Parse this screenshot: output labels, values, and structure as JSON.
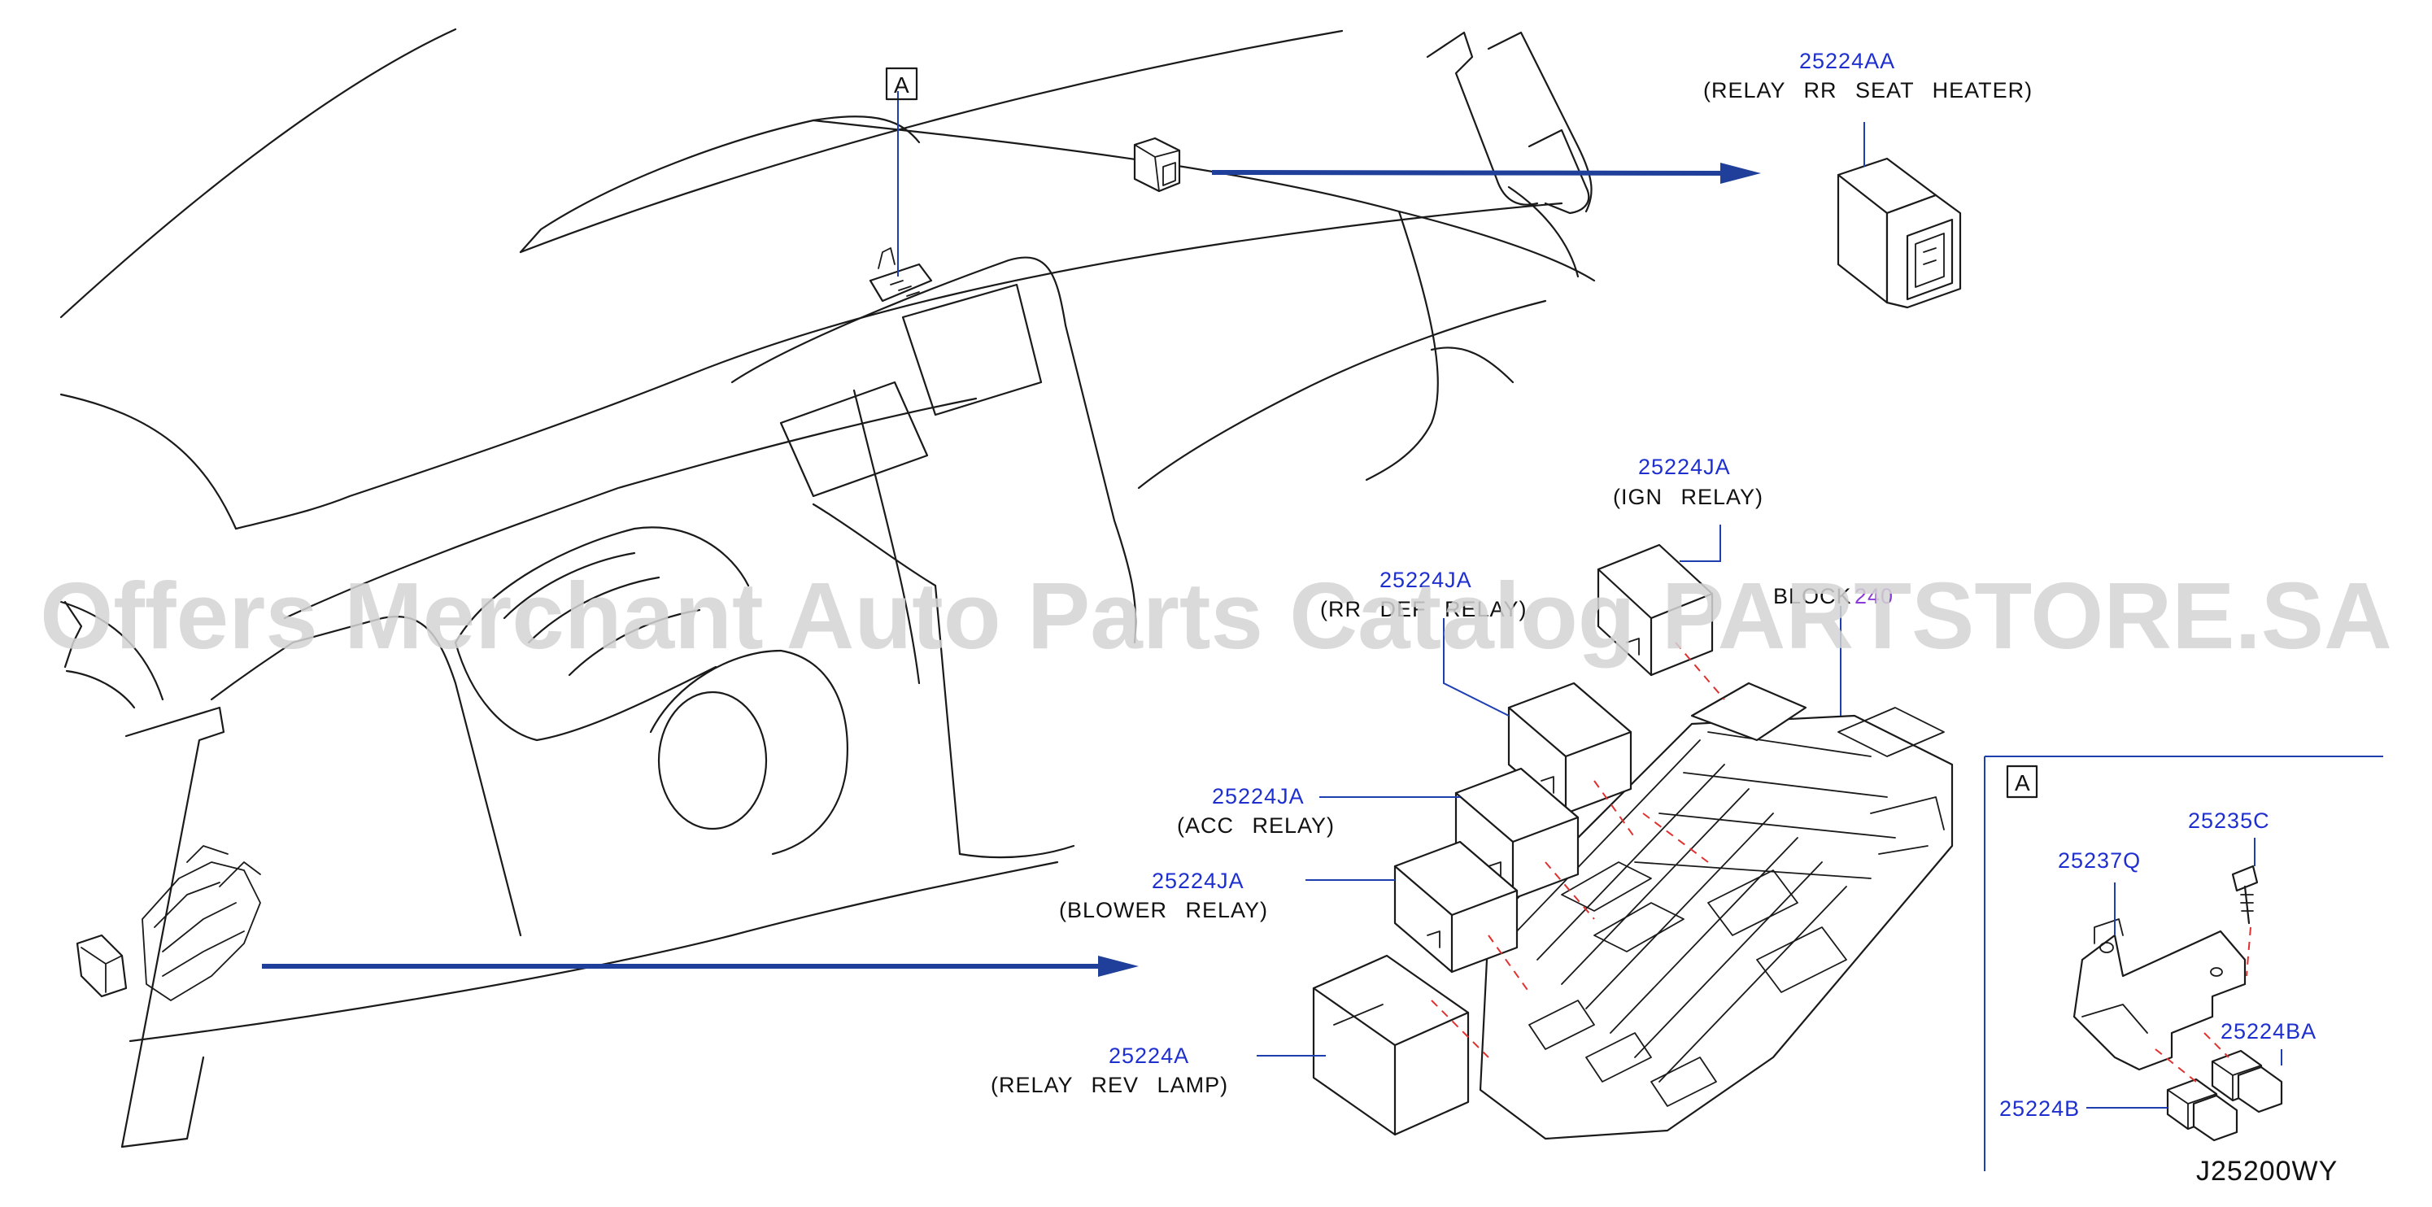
{
  "callouts": [
    {
      "part_no": "25224AA",
      "name": "(RELAY RR SEAT HEATER)"
    },
    {
      "part_no": "25224JA",
      "name": "(IGN RELAY)"
    },
    {
      "part_no": "25224JA",
      "name": "(RR DEF RELAY)"
    },
    {
      "part_no": "25224JA",
      "name": "(ACC RELAY)"
    },
    {
      "part_no": "25224JA",
      "name": "(BLOWER RELAY)"
    },
    {
      "part_no": "25224A",
      "name": "(RELAY REV LAMP)"
    }
  ],
  "partial_label": "BLOCK",
  "partial_label_num": "240",
  "detail": {
    "view_label": "A",
    "parts": [
      "25235C",
      "25237Q",
      "25224BA",
      "25224B"
    ]
  },
  "main_view_label": "A",
  "diagram_code": "J25200WY",
  "watermark": "Offers Merchant Auto Parts Catalog PARTSTORE.SA",
  "colors": {
    "part_number": "#1e2fd0",
    "leader": "#1e3fb0",
    "arrow": "#1f3f9a",
    "dashed_line": "#e0312f",
    "watermark": "#d4d4d4"
  }
}
